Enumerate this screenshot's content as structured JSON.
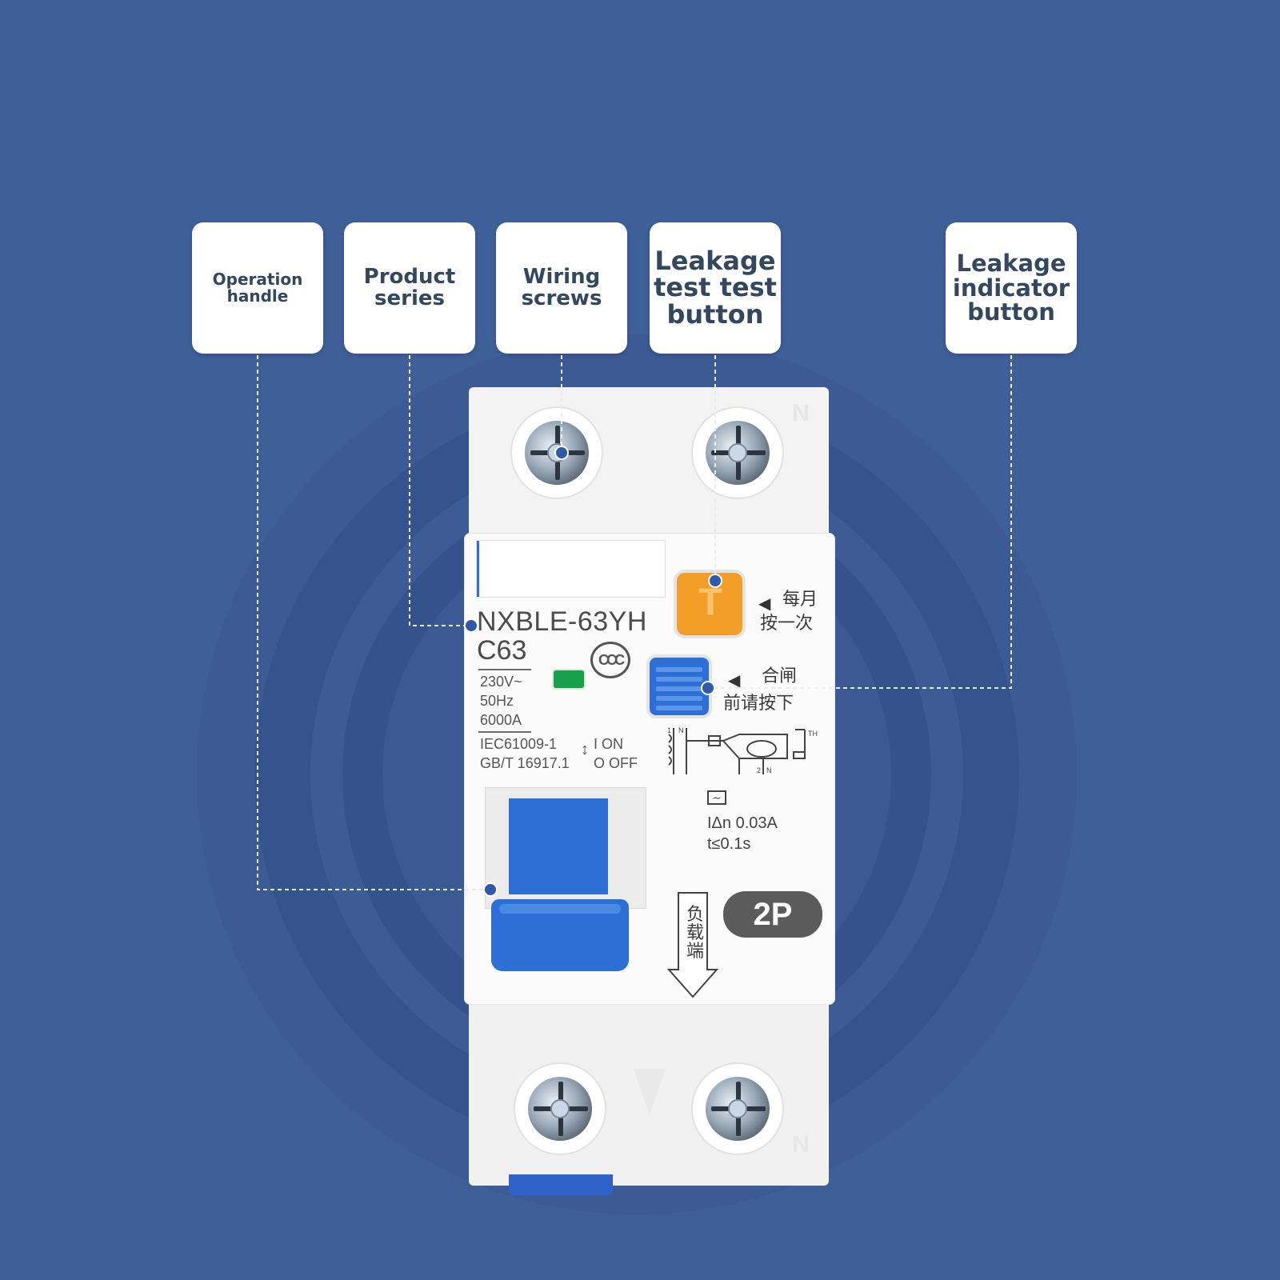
{
  "callouts": {
    "operation_handle": "Operation handle",
    "product_series": "Product series",
    "wiring_screws": "Wiring screws",
    "leakage_test_button": "Leakage test test button",
    "leakage_indicator_button": "Leakage indicator button"
  },
  "device": {
    "model": "NXBLE-63YH",
    "rating": "C63",
    "voltage": "230V~",
    "frequency": "50Hz",
    "breaking_capacity": "6000A",
    "standard_1": "IEC61009-1",
    "standard_2": "GB/T 16917.1",
    "on_label": "I ON",
    "off_label": "O OFF",
    "test_symbol": "T",
    "test_note_line1": "每月",
    "test_note_line2": "按一次",
    "reset_note_line1": "合闸",
    "reset_note_line2": "前请按下",
    "residual_current": "IΔn 0.03A",
    "trip_time": "t≤0.1s",
    "ac_symbol": "∼",
    "poles_badge": "2P",
    "load_side": "负载端",
    "neutral_mark": "N",
    "cert_mark": "CCC",
    "indicator_color": "#19a04c",
    "test_button_color": "#f49e2a",
    "handle_color": "#2d6fd4"
  },
  "background_color": "#3f5f98"
}
